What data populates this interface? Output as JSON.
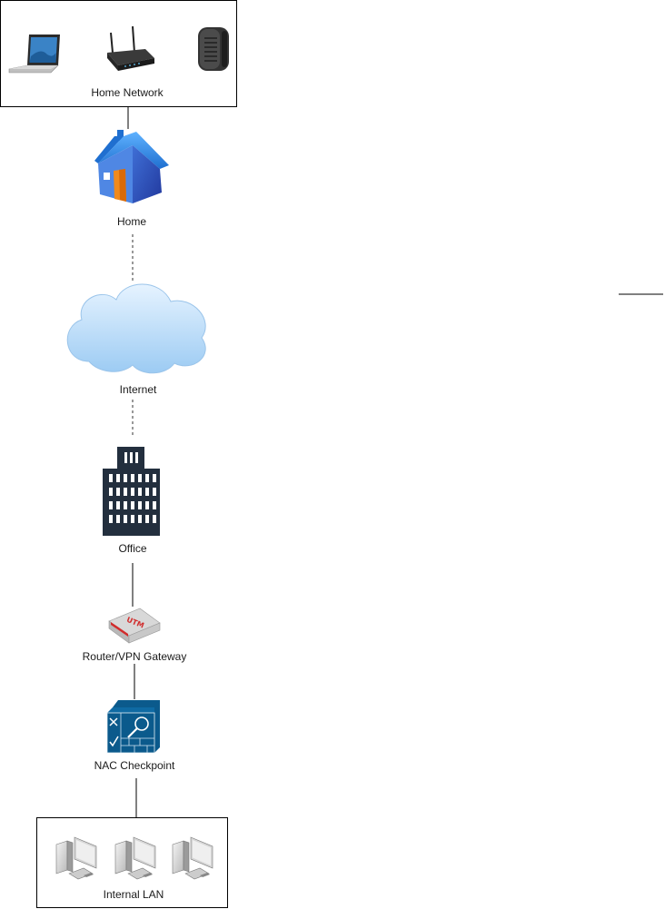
{
  "diagram": {
    "nodes": {
      "home_network": {
        "label": "Home Network"
      },
      "home": {
        "label": "Home"
      },
      "internet": {
        "label": "Internet"
      },
      "office": {
        "label": "Office"
      },
      "router": {
        "label": "Router/VPN Gateway",
        "badge": "UTM"
      },
      "nac": {
        "label": "NAC Checkpoint"
      },
      "internal_lan": {
        "label": "Internal LAN"
      }
    },
    "edges": [
      {
        "from": "home_network",
        "to": "home",
        "style": "solid"
      },
      {
        "from": "home",
        "to": "internet",
        "style": "dashed"
      },
      {
        "from": "internet",
        "to": "office",
        "style": "dashed"
      },
      {
        "from": "office",
        "to": "router",
        "style": "solid"
      },
      {
        "from": "router",
        "to": "nac",
        "style": "solid"
      },
      {
        "from": "nac",
        "to": "internal_lan",
        "style": "solid"
      }
    ],
    "icons": {
      "home_network": [
        "laptop-icon",
        "wireless-router-icon",
        "modem-icon"
      ],
      "home": "house-icon",
      "internet": "cloud-icon",
      "office": "office-building-icon",
      "router": "utm-appliance-icon",
      "nac": "nac-firewall-icon",
      "internal_lan": [
        "workstation-icon",
        "workstation-icon",
        "workstation-icon"
      ]
    },
    "colors": {
      "house_roof": "#2f8be6",
      "house_wall": "#3c62c8",
      "house_door": "#f08a1c",
      "cloud": "#a9d2f5",
      "building": "#232f3e",
      "utm_accent": "#d12c2c",
      "nac": "#0b5a8c"
    }
  }
}
